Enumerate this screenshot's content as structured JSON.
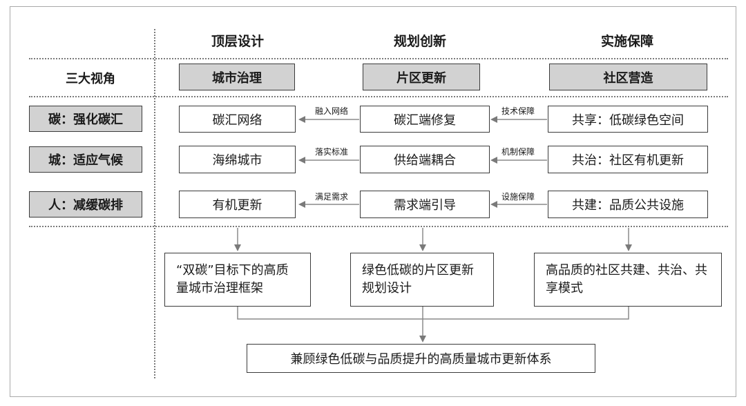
{
  "columns": {
    "top": "顶层设计",
    "plan": "规划创新",
    "impl": "实施保障"
  },
  "perspective": {
    "label": "三大视角",
    "items": [
      "城市治理",
      "片区更新",
      "社区营造"
    ]
  },
  "rows": [
    {
      "label": "碳：强化碳汇",
      "left": "碳汇网络",
      "left_link": "融入网络",
      "mid": "碳汇端修复",
      "right_link": "技术保障",
      "right": "共享：低碳绿色空间"
    },
    {
      "label": "城：适应气候",
      "left": "海绵城市",
      "left_link": "落实标准",
      "mid": "供给端耦合",
      "right_link": "机制保障",
      "right": "共治：社区有机更新"
    },
    {
      "label": "人：减缓碳排",
      "left": "有机更新",
      "left_link": "满足需求",
      "mid": "需求端引导",
      "right_link": "设施保障",
      "right": "共建：品质公共设施"
    }
  ],
  "outputs": [
    "“双碳”目标下的高质量城市治理框架",
    "绿色低碳的片区更新规划设计",
    "高品质的社区共建、共治、共享模式"
  ],
  "final": "兼顾绿色低碳与品质提升的高质量城市更新体系"
}
